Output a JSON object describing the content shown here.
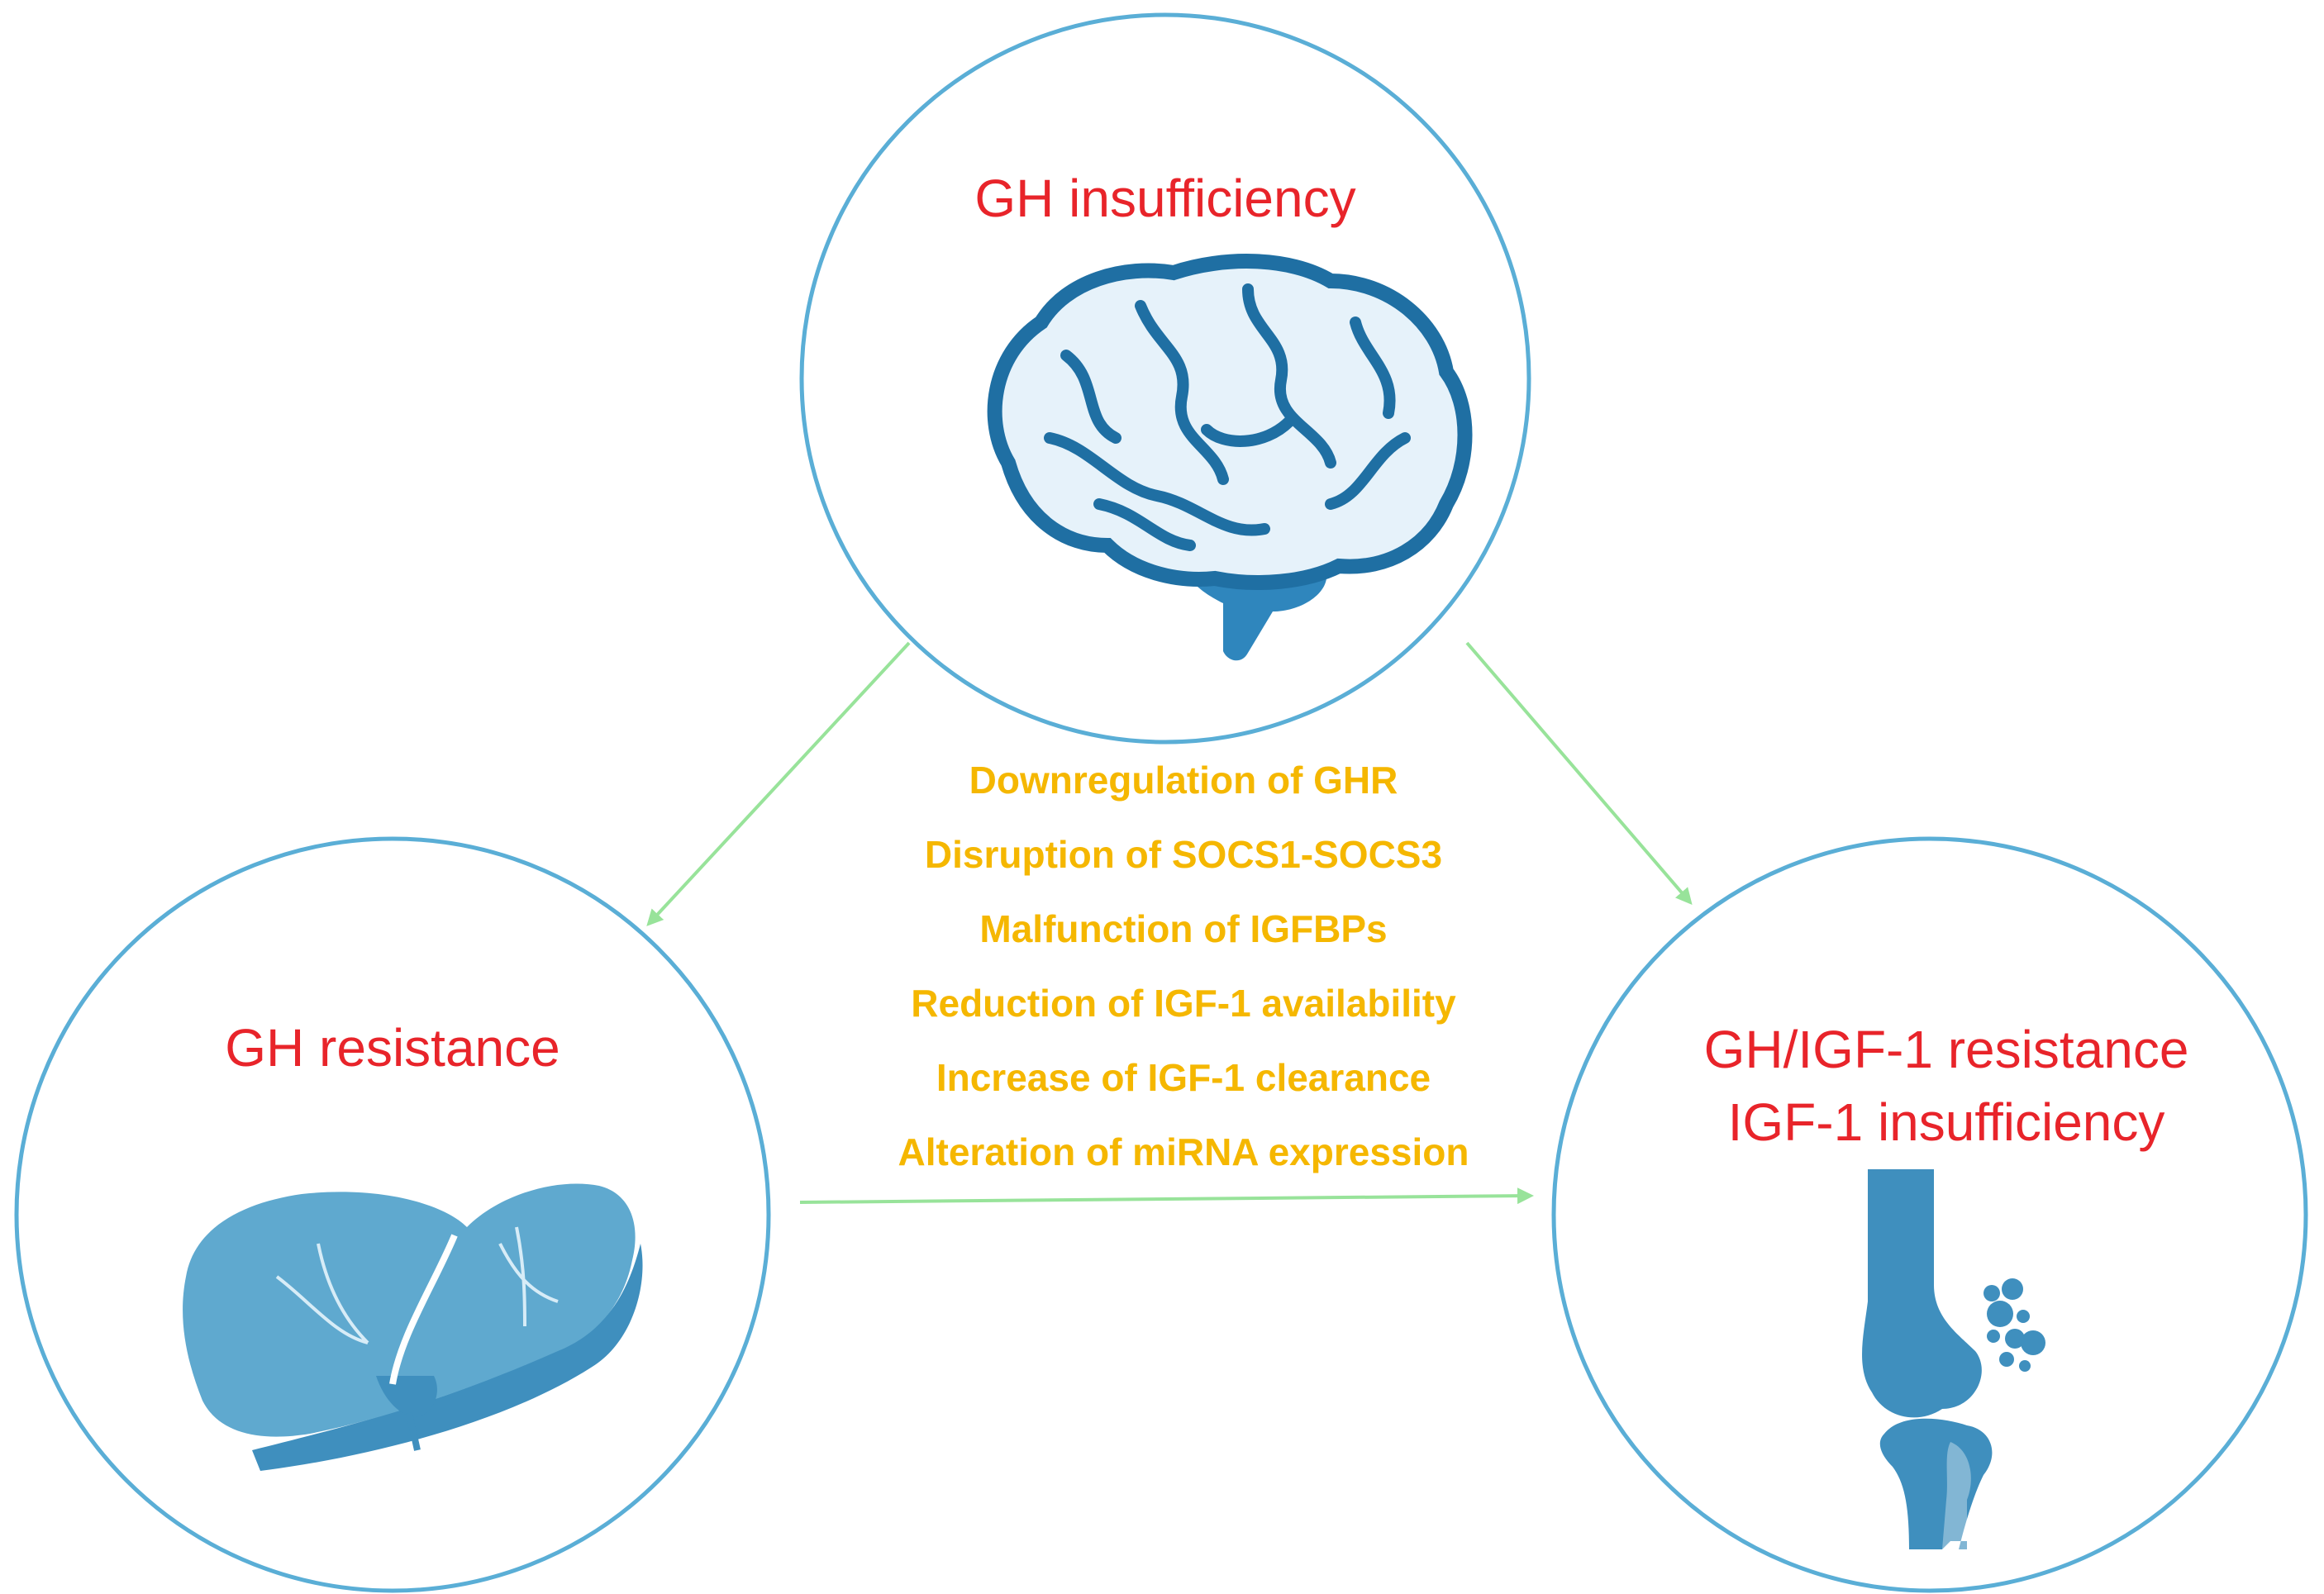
{
  "nodes": {
    "top": {
      "title": "GH insufficiency",
      "icon": "brain-icon"
    },
    "left": {
      "title": "GH resistance",
      "icon": "liver-icon"
    },
    "right": {
      "title_line1": "GH/IGF-1 resistance",
      "title_line2": "IGF-1 insufficiency",
      "icon": "knee-joint-icon"
    }
  },
  "mechanisms": [
    "Downregulation of GHR",
    "Disruption of SOCS1-SOCS3",
    "Malfunction of IGFBPs",
    "Reduction of IGF-1 availability",
    "Increase of IGF-1 clearance",
    "Alteration of miRNA expression"
  ],
  "colors": {
    "circle_border": "#5aaed6",
    "title_text": "#e8242a",
    "mechanism_text": "#f5b700",
    "arrow": "#98e39a",
    "icon_fill": "#3f8fbe",
    "brain_fill": "#e6f2fa"
  }
}
